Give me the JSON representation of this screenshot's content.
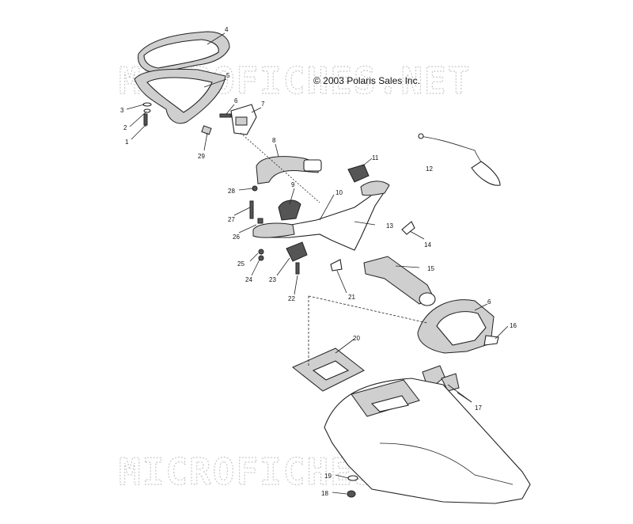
{
  "copyright": "© 2003 Polaris Sales Inc.",
  "watermarks": [
    "MICROFICHES.NET",
    "MICROFICHES.NET"
  ],
  "callouts": [
    "1",
    "2",
    "3",
    "4",
    "5",
    "6",
    "7",
    "8",
    "29",
    "28",
    "27",
    "26",
    "25",
    "24",
    "23",
    "22",
    "9",
    "10",
    "11",
    "12",
    "13",
    "14",
    "15",
    "21",
    "6",
    "16",
    "20",
    "17",
    "19",
    "18"
  ],
  "colors": {
    "line": "#222222",
    "shade": "#cfcfcf",
    "watermark": "#c8c8c8"
  }
}
